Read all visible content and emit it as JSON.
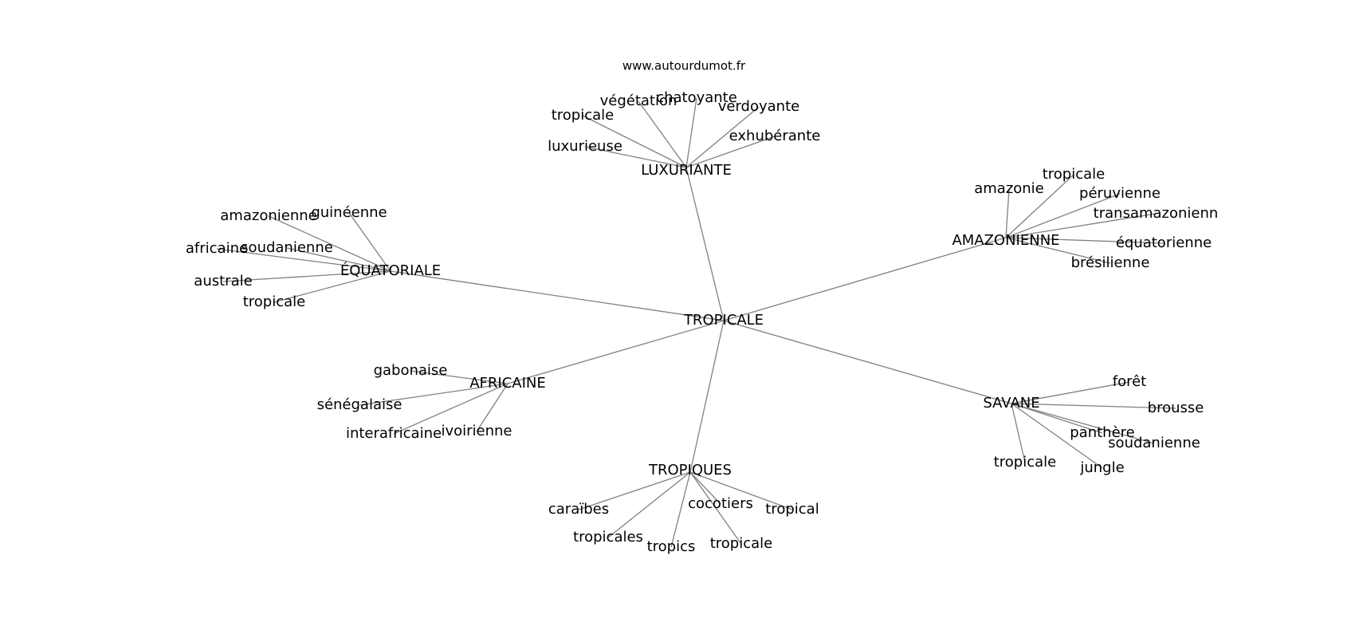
{
  "source": "www.autourdumot.fr",
  "colors": {
    "edge": "#808080",
    "text": "#000000",
    "background": "#ffffff"
  },
  "graph": {
    "center": "TROPICALE",
    "branches": [
      {
        "label": "LUXURIANTE",
        "leaves": [
          "tropicale",
          "végétation",
          "chatoyante",
          "verdoyante",
          "exhubérante",
          "luxurieuse"
        ]
      },
      {
        "label": "AMAZONIENNE",
        "leaves": [
          "amazonie",
          "tropicale",
          "péruvienne",
          "transamazonienn",
          "équatorienne",
          "brésilienne"
        ]
      },
      {
        "label": "ÉQUATORIALE",
        "leaves": [
          "amazonienne",
          "guinéenne",
          "africaine",
          "soudanienne",
          "australe",
          "tropicale"
        ]
      },
      {
        "label": "AFRICAINE",
        "leaves": [
          "gabonaise",
          "sénégalaise",
          "interafricaine",
          "ivoirienne"
        ]
      },
      {
        "label": "SAVANE",
        "leaves": [
          "forêt",
          "brousse",
          "panthère",
          "soudanienne",
          "tropicale",
          "jungle"
        ]
      },
      {
        "label": "TROPIQUES",
        "leaves": [
          "caraïbes",
          "cocotiers",
          "tropical",
          "tropicales",
          "tropics",
          "tropicale"
        ]
      }
    ]
  }
}
